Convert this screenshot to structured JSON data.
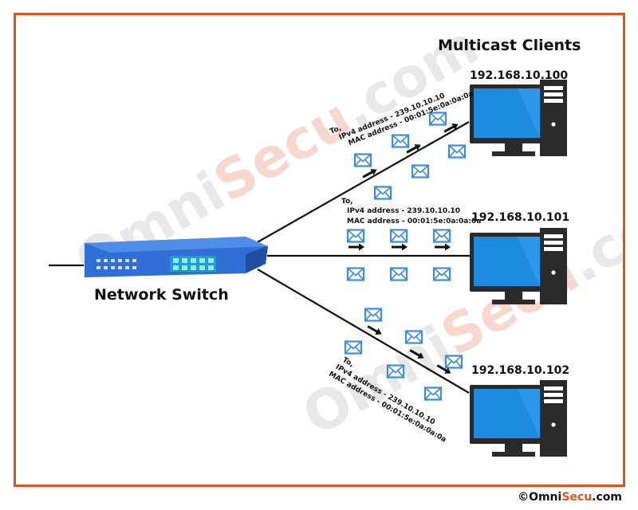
{
  "title": "Multicast Clients",
  "switch": {
    "label": "Network Switch"
  },
  "clients": [
    {
      "ip": "192.168.10.100"
    },
    {
      "ip": "192.168.10.101"
    },
    {
      "ip": "192.168.10.102"
    }
  ],
  "destination": {
    "to": "To,",
    "ipv4": "IPv4 address - 239.10.10.10",
    "mac": "MAC address - 00:01:5e:0a:0a:0a"
  },
  "watermark": {
    "omni": "Omni",
    "secu": "Secu",
    "dotcom": ".com"
  },
  "credit": {
    "symbol": "©",
    "omni": "Omni",
    "secu": "Secu",
    "dotcom": ".com"
  },
  "colors": {
    "accent": "#e0531d",
    "envelope": "#3b8fd9",
    "switch": "#2f6fd6",
    "monitor": "#1c8be0"
  },
  "icons": [
    "envelope-icon",
    "arrow-right-icon",
    "desktop-computer-icon",
    "network-switch-icon"
  ]
}
